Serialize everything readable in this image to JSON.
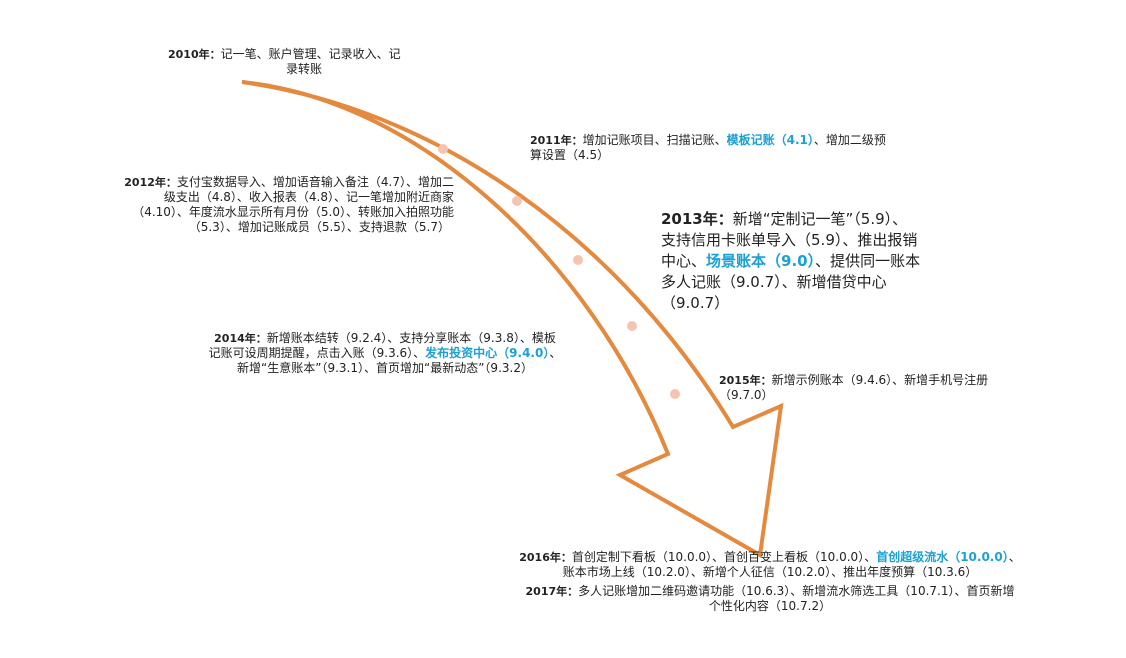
{
  "diagram": {
    "type": "timeline-arrow",
    "arrow_color": "#e38a3e",
    "dot_color": "#f4c4b0",
    "highlight_color": "#1ba1d6"
  },
  "milestones": {
    "y2010": {
      "year": "2010年：",
      "text": "记一笔、账户管理、记录收入、记",
      "text2": "录转账"
    },
    "y2011": {
      "year": "2011年：",
      "pre": "增加记账项目、扫描记账、",
      "hl": "模板记账（4.1）",
      "post": "、增加二级预",
      "line2": "算设置（4.5）"
    },
    "y2012": {
      "year": "2012年：",
      "l1": "支付宝数据导入、增加语音输入备注（4.7）、增加二",
      "l2": "级支出（4.8）、收入报表（4.8）、记一笔增加附近商家",
      "l3": "（4.10）、年度流水显示所有月份（5.0）、转账加入拍照功能",
      "l4": "（5.3）、增加记账成员（5.5）、支持退款（5.7）"
    },
    "y2013": {
      "year": "2013年：",
      "l1": "新增“定制记一笔”（5.9）、",
      "l2": "支持信用卡账单导入（5.9）、推出报销",
      "l3pre": "中心、",
      "l3hl": "场景账本（9.0）",
      "l3post": "、提供同一账本",
      "l4": "多人记账（9.0.7）、新增借贷中心",
      "l5": "（9.0.7）"
    },
    "y2014": {
      "year": "2014年：",
      "l1": "新增账本结转（9.2.4）、支持分享账本（9.3.8）、模板",
      "l2pre": "记账可设周期提醒，点击入账（9.3.6）、",
      "l2hl": "发布投资中心（9.4.0）",
      "l2post": "、",
      "l3": "新增“生意账本”（9.3.1）、首页增加“最新动态”（9.3.2）"
    },
    "y2015": {
      "year": "2015年：",
      "l1": "新增示例账本（9.4.6）、新增手机号注册",
      "l2": "（9.7.0）"
    },
    "y2016": {
      "year": "2016年：",
      "l1pre": "首创定制下看板（10.0.0）、首创百变上看板（10.0.0）、",
      "l1hl": "首创超级流水（10.0.0）",
      "l1post": "、",
      "l2": "账本市场上线（10.2.0）、新增个人征信（10.2.0）、推出年度预算（10.3.6）"
    },
    "y2017": {
      "year": "2017年：",
      "l1": "多人记账增加二维码邀请功能（10.6.3）、新增流水筛选工具（10.7.1）、首页新增",
      "l2": "个性化内容（10.7.2）"
    }
  }
}
